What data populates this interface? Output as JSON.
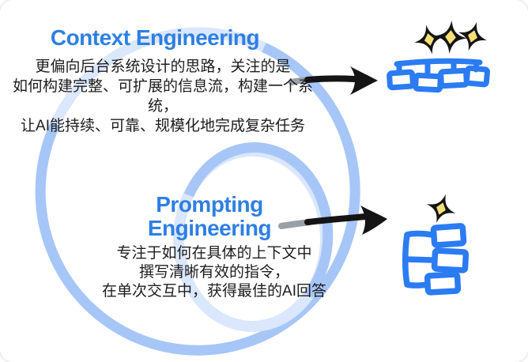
{
  "diagram": {
    "outer": {
      "title": "Context Engineering",
      "desc_lines": {
        "0": "更偏向后台系统设计的思路，关注的是",
        "1": "如何构建完整、可扩展的信息流，构建一个系统，",
        "2": "让AI能持续、可靠、规模化地完成复杂任务"
      },
      "icon": "org-chart-icon",
      "sparkle_count": "3"
    },
    "inner": {
      "title": "Prompting Engineering",
      "desc_lines": {
        "0": "专注于如何在具体的上下文中",
        "1": "撰写清晰有效的指令，",
        "2": "在单次交互中，获得最佳的AI回答"
      },
      "icon": "tree-list-icon",
      "sparkle_count": "1"
    }
  },
  "colors": {
    "title_blue": "#2E7FE3",
    "text_dark": "#1C1C1E",
    "icon_blue": "#2B7BF3",
    "spiral_light": "#DAE7FC",
    "spiral_medium": "#A6C6F7",
    "arrow_black": "#141414",
    "arrow_gray": "#9AA0A6",
    "star_black": "#141414",
    "star_yellow": "#F6DF76"
  }
}
